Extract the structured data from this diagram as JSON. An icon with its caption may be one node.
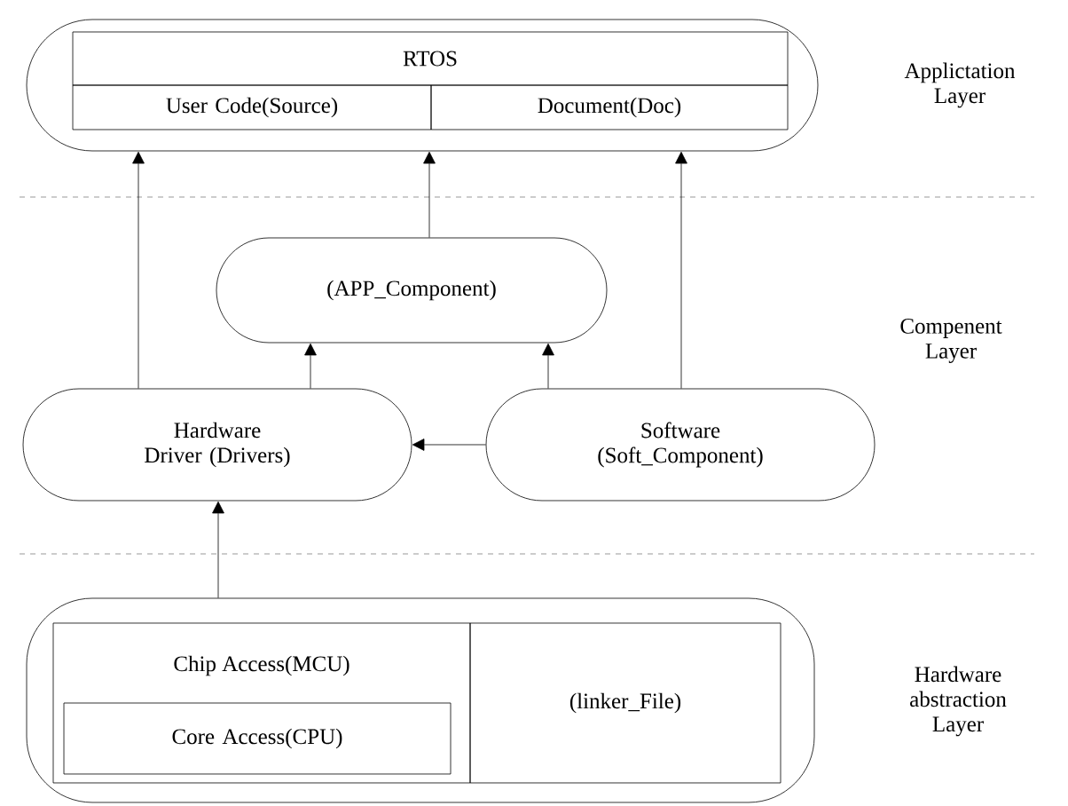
{
  "diagram": {
    "nodes": [
      {
        "text": [],
        "shape": "capsule"
      },
      {
        "text": [
          "RTOS"
        ],
        "in": 0
      },
      {
        "text": [
          "User Code(Source)"
        ],
        "in": 0
      },
      {
        "text": [
          "Document(Doc)"
        ],
        "in": 0
      },
      {
        "text": [
          "(APP_Component)"
        ]
      },
      {
        "text": [
          "Hardware Driver (Drivers)"
        ]
      },
      {
        "text": [
          "Software (Soft_Component)"
        ]
      },
      {
        "text": [],
        "shape": "capsule"
      },
      {
        "text": [
          "Chip Access(MCU)"
        ],
        "in": 7
      },
      {
        "text": [
          "Core Access(CPU)"
        ],
        "in": 8
      },
      {
        "text": [
          "(linker_File)"
        ],
        "in": 7
      }
    ],
    "edges": [
      {
        "from": 5,
        "to": 0,
        "arrow": "to"
      },
      {
        "from": 4,
        "to": 0,
        "arrow": "to"
      },
      {
        "from": 6,
        "to": 0,
        "arrow": "to"
      },
      {
        "from": 5,
        "to": 4,
        "arrow": "to"
      },
      {
        "from": 6,
        "to": 4,
        "arrow": "to"
      },
      {
        "from": 6,
        "to": 5,
        "arrow": "to"
      },
      {
        "from": 7,
        "to": 5,
        "arrow": "to"
      }
    ],
    "labels": [
      "Applictation Layer",
      "Compenent Layer",
      "Hardware abstraction Layer"
    ]
  }
}
